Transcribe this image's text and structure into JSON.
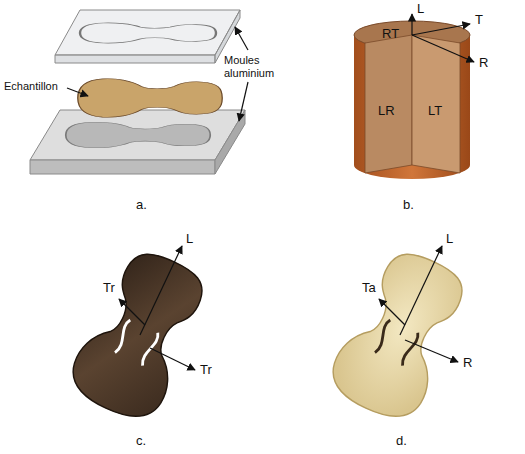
{
  "diagram": {
    "labels": [
      "Echantillon",
      "Moules aluminium",
      "a.",
      "L",
      "RT",
      "T",
      "R",
      "LR",
      "LT",
      "b.",
      "L",
      "Tr",
      "Tr",
      "c.",
      "L",
      "Ta",
      "R",
      "d."
    ]
  }
}
